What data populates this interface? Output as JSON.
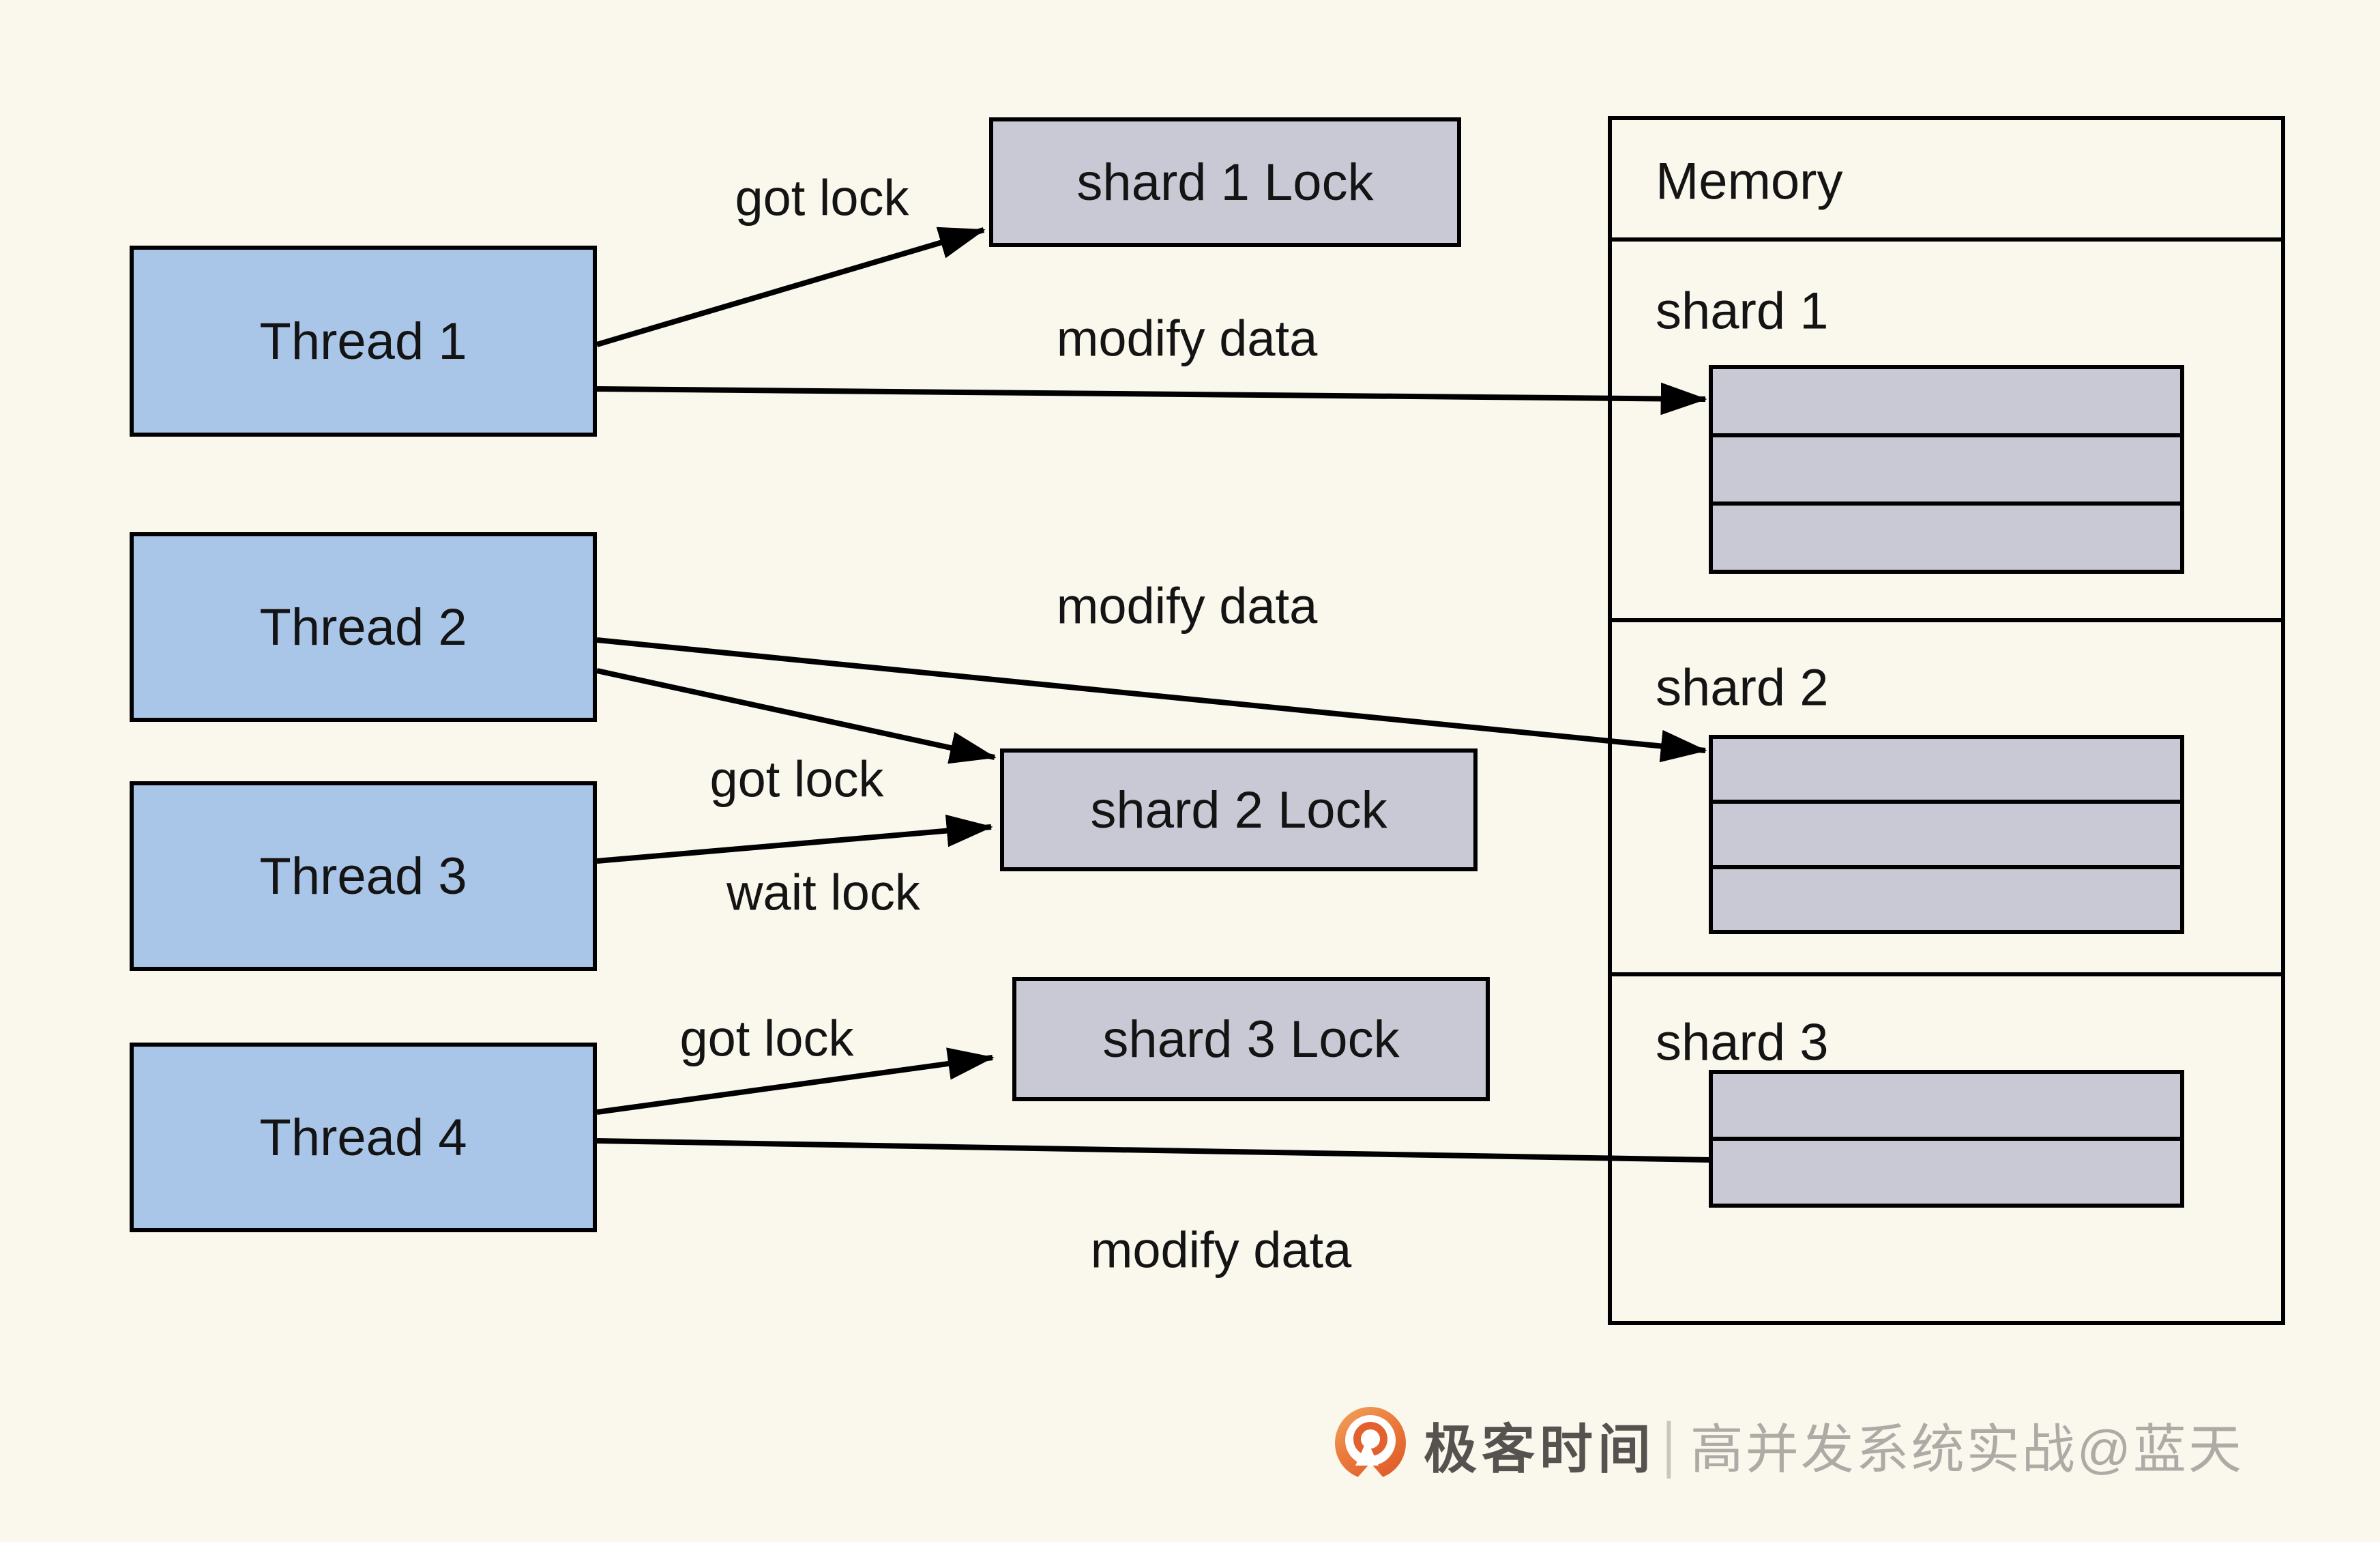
{
  "colors": {
    "background": "#FAF7EC",
    "thread_fill": "#A9C6E9",
    "lock_fill": "#C9C9D6",
    "memory_row_fill": "#C9C9D6",
    "border": "#000000",
    "logo_orange": "#E2612E",
    "brand_text": "#555250",
    "credit_text": "#ADABA6"
  },
  "threads": [
    {
      "label": "Thread 1"
    },
    {
      "label": "Thread 2"
    },
    {
      "label": "Thread 3"
    },
    {
      "label": "Thread 4"
    }
  ],
  "locks": [
    {
      "label": "shard 1 Lock"
    },
    {
      "label": "shard 2 Lock"
    },
    {
      "label": "shard 3 Lock"
    }
  ],
  "memory": {
    "title": "Memory",
    "shards": [
      {
        "label": "shard 1",
        "row_count": 3
      },
      {
        "label": "shard 2",
        "row_count": 3
      },
      {
        "label": "shard 3",
        "row_count": 2
      }
    ]
  },
  "edges": [
    {
      "id": "thread1-got-lock",
      "label": "got lock"
    },
    {
      "id": "thread1-modify-data",
      "label": "modify data"
    },
    {
      "id": "thread2-modify-data",
      "label": "modify data"
    },
    {
      "id": "thread2-got-lock",
      "label": "got lock"
    },
    {
      "id": "thread3-wait-lock",
      "label": "wait lock"
    },
    {
      "id": "thread4-got-lock",
      "label": "got lock"
    },
    {
      "id": "thread4-modify-data",
      "label": "modify data"
    }
  ],
  "watermark": {
    "brand": "极客时间",
    "separator": "|",
    "credit": "高并发系统实战@蓝天"
  }
}
